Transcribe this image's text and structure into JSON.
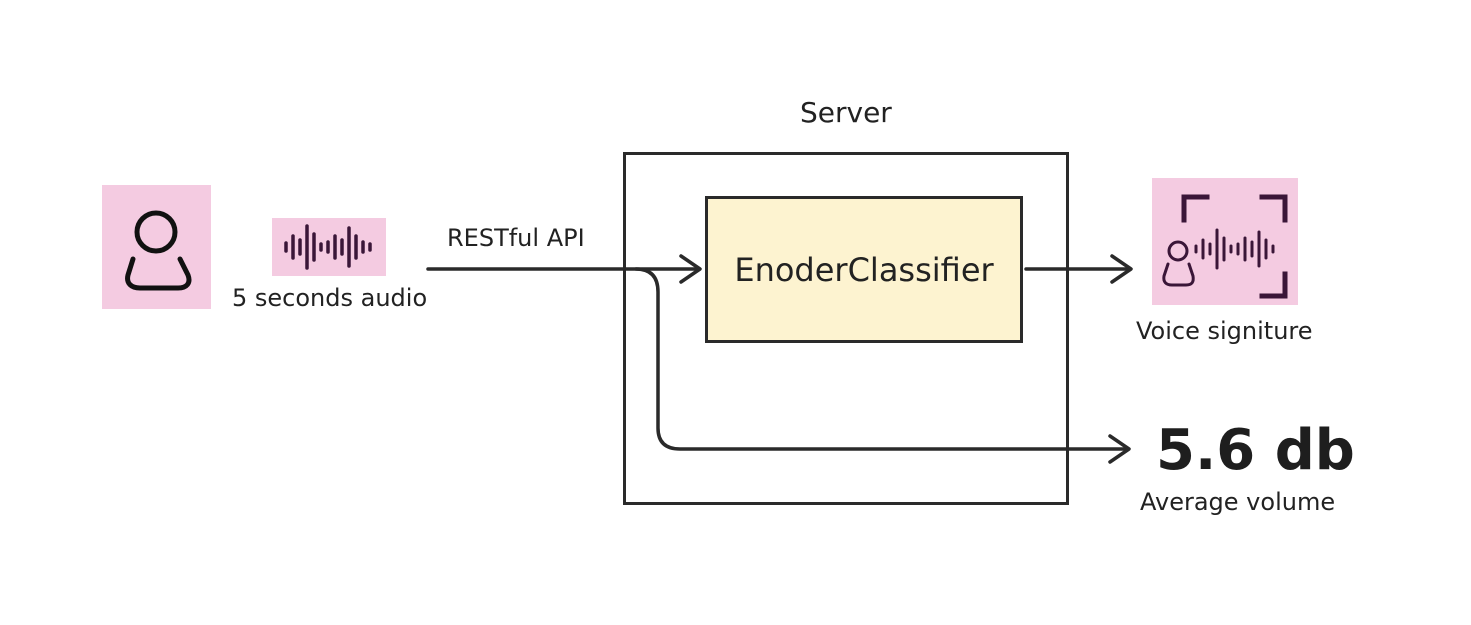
{
  "diagram": {
    "server_label": "Server",
    "classifier_label": "EnoderClassifier",
    "api_label": "RESTful API",
    "audio_label": "5 seconds audio",
    "signature_label": "Voice signiture",
    "volume_value": "5.6 db",
    "volume_label": "Average volume"
  },
  "icons": {
    "user": "user-icon",
    "audio": "waveform-icon",
    "signature": "voice-signature-icon"
  },
  "colors": {
    "tile": "#f4cbe1",
    "classifier_fill": "#fdf3d0",
    "stroke": "#2a2a2a",
    "icon_dark": "#3a1638"
  }
}
